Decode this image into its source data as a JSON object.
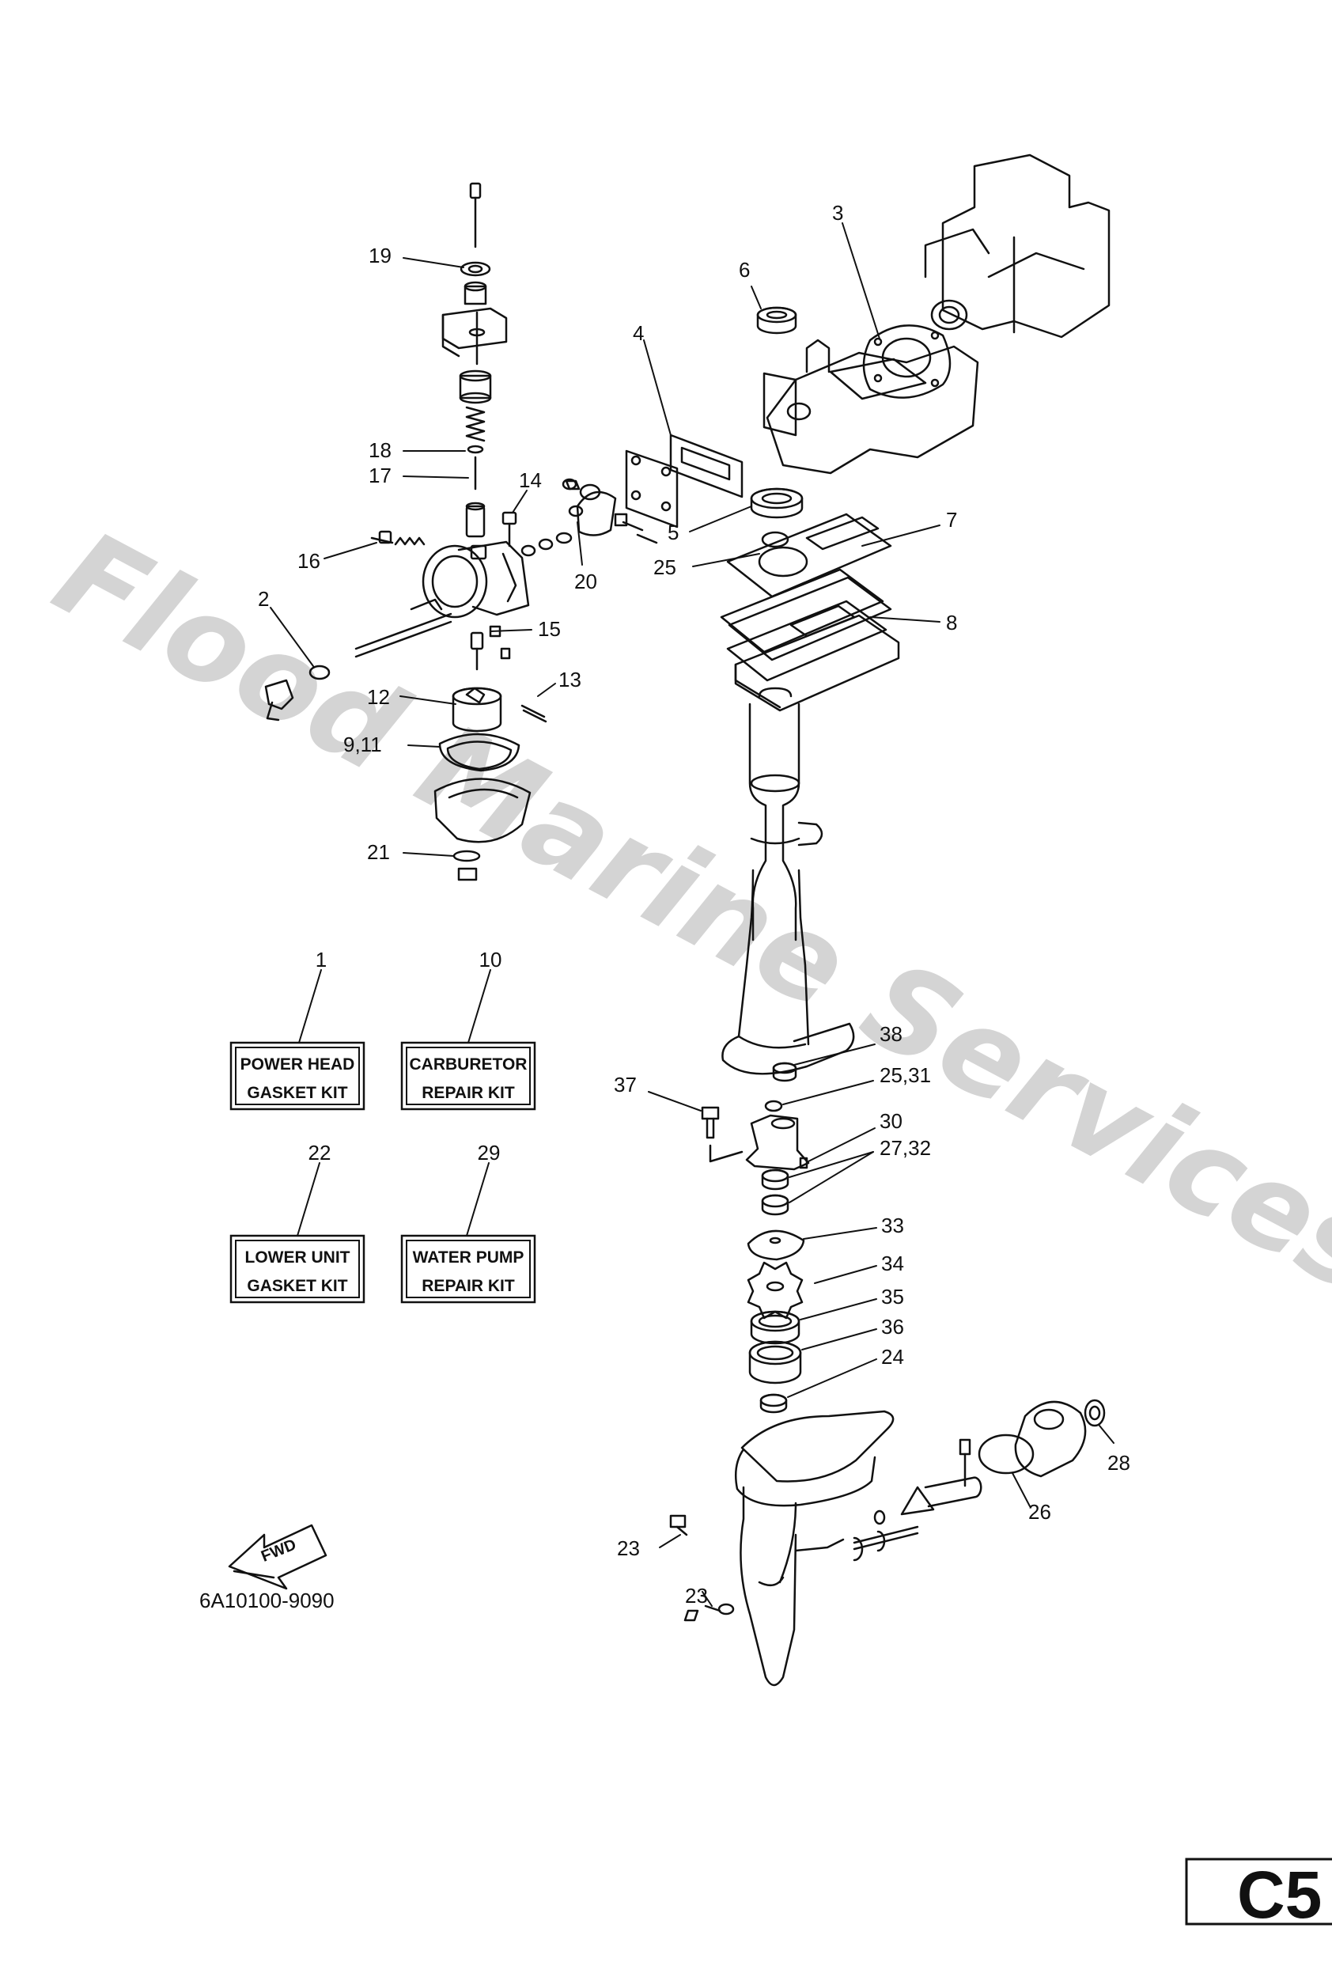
{
  "watermark": "Flood Marine Services",
  "drawing_number": "6A10100-9090",
  "page_code": "C5",
  "fwd_label": "FWD",
  "kits": [
    {
      "ref": "1",
      "line1": "POWER HEAD",
      "line2": "GASKET KIT"
    },
    {
      "ref": "10",
      "line1": "CARBURETOR",
      "line2": "REPAIR KIT"
    },
    {
      "ref": "22",
      "line1": "LOWER UNIT",
      "line2": "GASKET KIT"
    },
    {
      "ref": "29",
      "line1": "WATER PUMP",
      "line2": "REPAIR KIT"
    }
  ],
  "callouts": [
    "19",
    "18",
    "17",
    "14",
    "16",
    "2",
    "15",
    "12",
    "13",
    "9,11",
    "21",
    "3",
    "6",
    "4",
    "5",
    "7",
    "25",
    "8",
    "20",
    "38",
    "25,31",
    "37",
    "30",
    "27,32",
    "33",
    "34",
    "35",
    "36",
    "24",
    "28",
    "26",
    "23",
    "23"
  ],
  "colors": {
    "line": "#111111",
    "watermark": "#d4d4d4",
    "paper": "#ffffff"
  }
}
